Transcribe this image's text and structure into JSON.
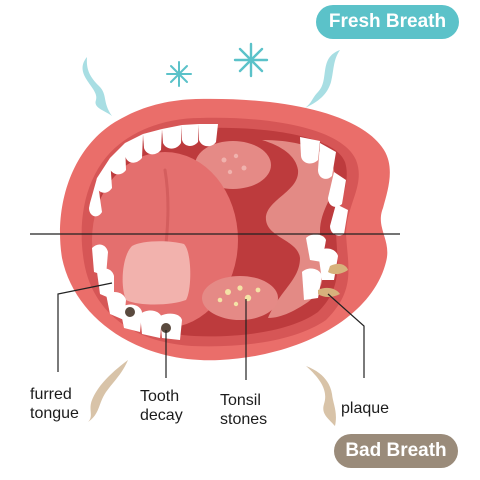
{
  "badges": {
    "fresh": "Fresh Breath",
    "bad": "Bad Breath"
  },
  "labels": {
    "furred_tongue": "furred\ntongue",
    "tooth_decay": "Tooth\ndecay",
    "tonsil_stones": "Tonsil\nstones",
    "plaque": "plaque"
  },
  "colors": {
    "fresh_accent": "#5bc2c9",
    "bad_accent": "#9a8b7a",
    "lip": "#ea6e6a",
    "mouth_interior": "#bd3b3d",
    "tongue": "#e46f6e",
    "teeth": "#ffffff",
    "decay": "#5a4a3e",
    "plaque": "#d7b27c",
    "leader_line": "#222222"
  }
}
